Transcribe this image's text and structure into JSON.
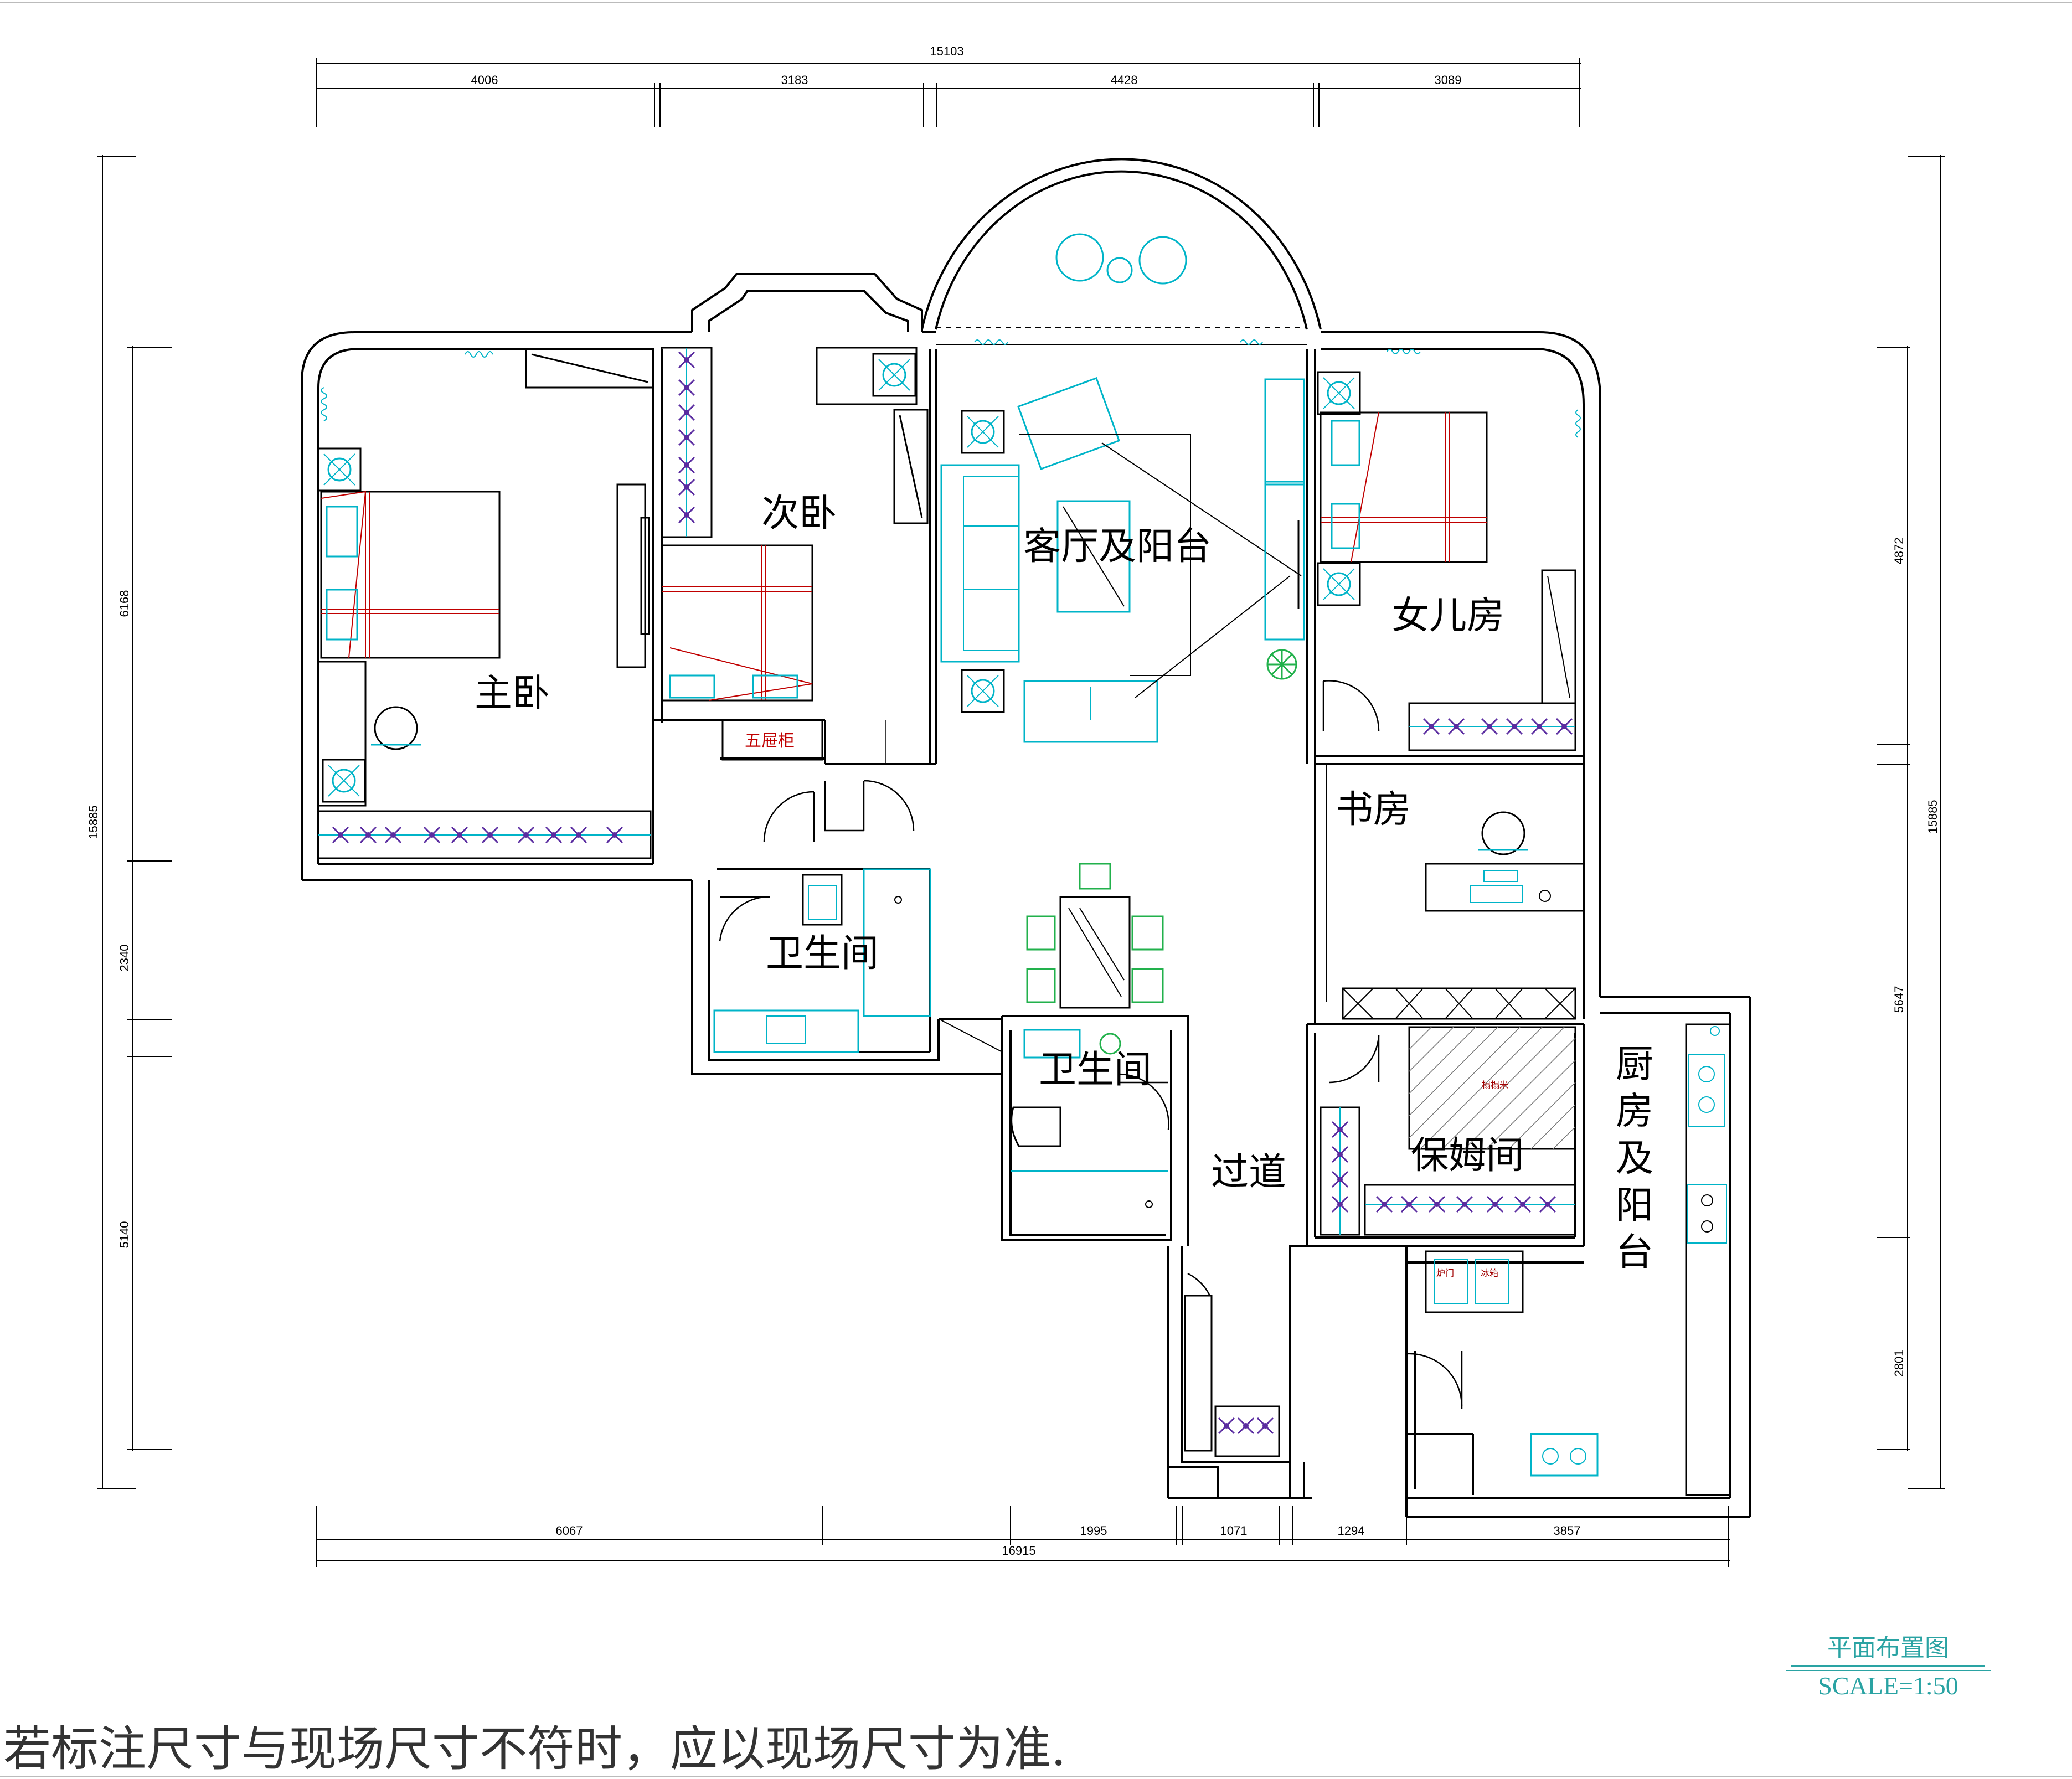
{
  "dimensions": {
    "top_total": "15103",
    "top_segments": [
      "4006",
      "3183",
      "4428",
      "3089"
    ],
    "left_total": "15885",
    "left_segments": [
      "6168",
      "2340",
      "5140"
    ],
    "right_total": "15885",
    "right_segments": [
      "4872",
      "5647",
      "2801"
    ],
    "bottom_total": "16915",
    "bottom_segments": [
      "6067",
      "1995",
      "1071",
      "1294",
      "3857"
    ]
  },
  "rooms": {
    "master_bedroom": "主卧",
    "second_bedroom": "次卧",
    "living_balcony": "客厅及阳台",
    "daughter_room": "女儿房",
    "study": "书房",
    "bathroom_1": "卫生间",
    "bathroom_2": "卫生间",
    "corridor": "过道",
    "nanny_room": "保姆间",
    "kitchen": [
      "厨",
      "房",
      "及",
      "阳",
      "台"
    ]
  },
  "labels": {
    "cabinet": "五屉柜",
    "tatami": "榻榻米",
    "kitchen_cab_1": "炉门",
    "kitchen_cab_2": "冰箱"
  },
  "title_block": {
    "title": "平面布置图",
    "scale": "SCALE=1:50"
  },
  "note": "若标注尺寸与现场尺寸不符时，应以现场尺寸为准.",
  "colors": {
    "walls": "#000000",
    "furniture": "#00b4c8",
    "bed_lines": "#c00000",
    "chairs": "#22b14c",
    "wardrobe_hangers": "#5a2ca0",
    "title": "#2aa3a3"
  }
}
